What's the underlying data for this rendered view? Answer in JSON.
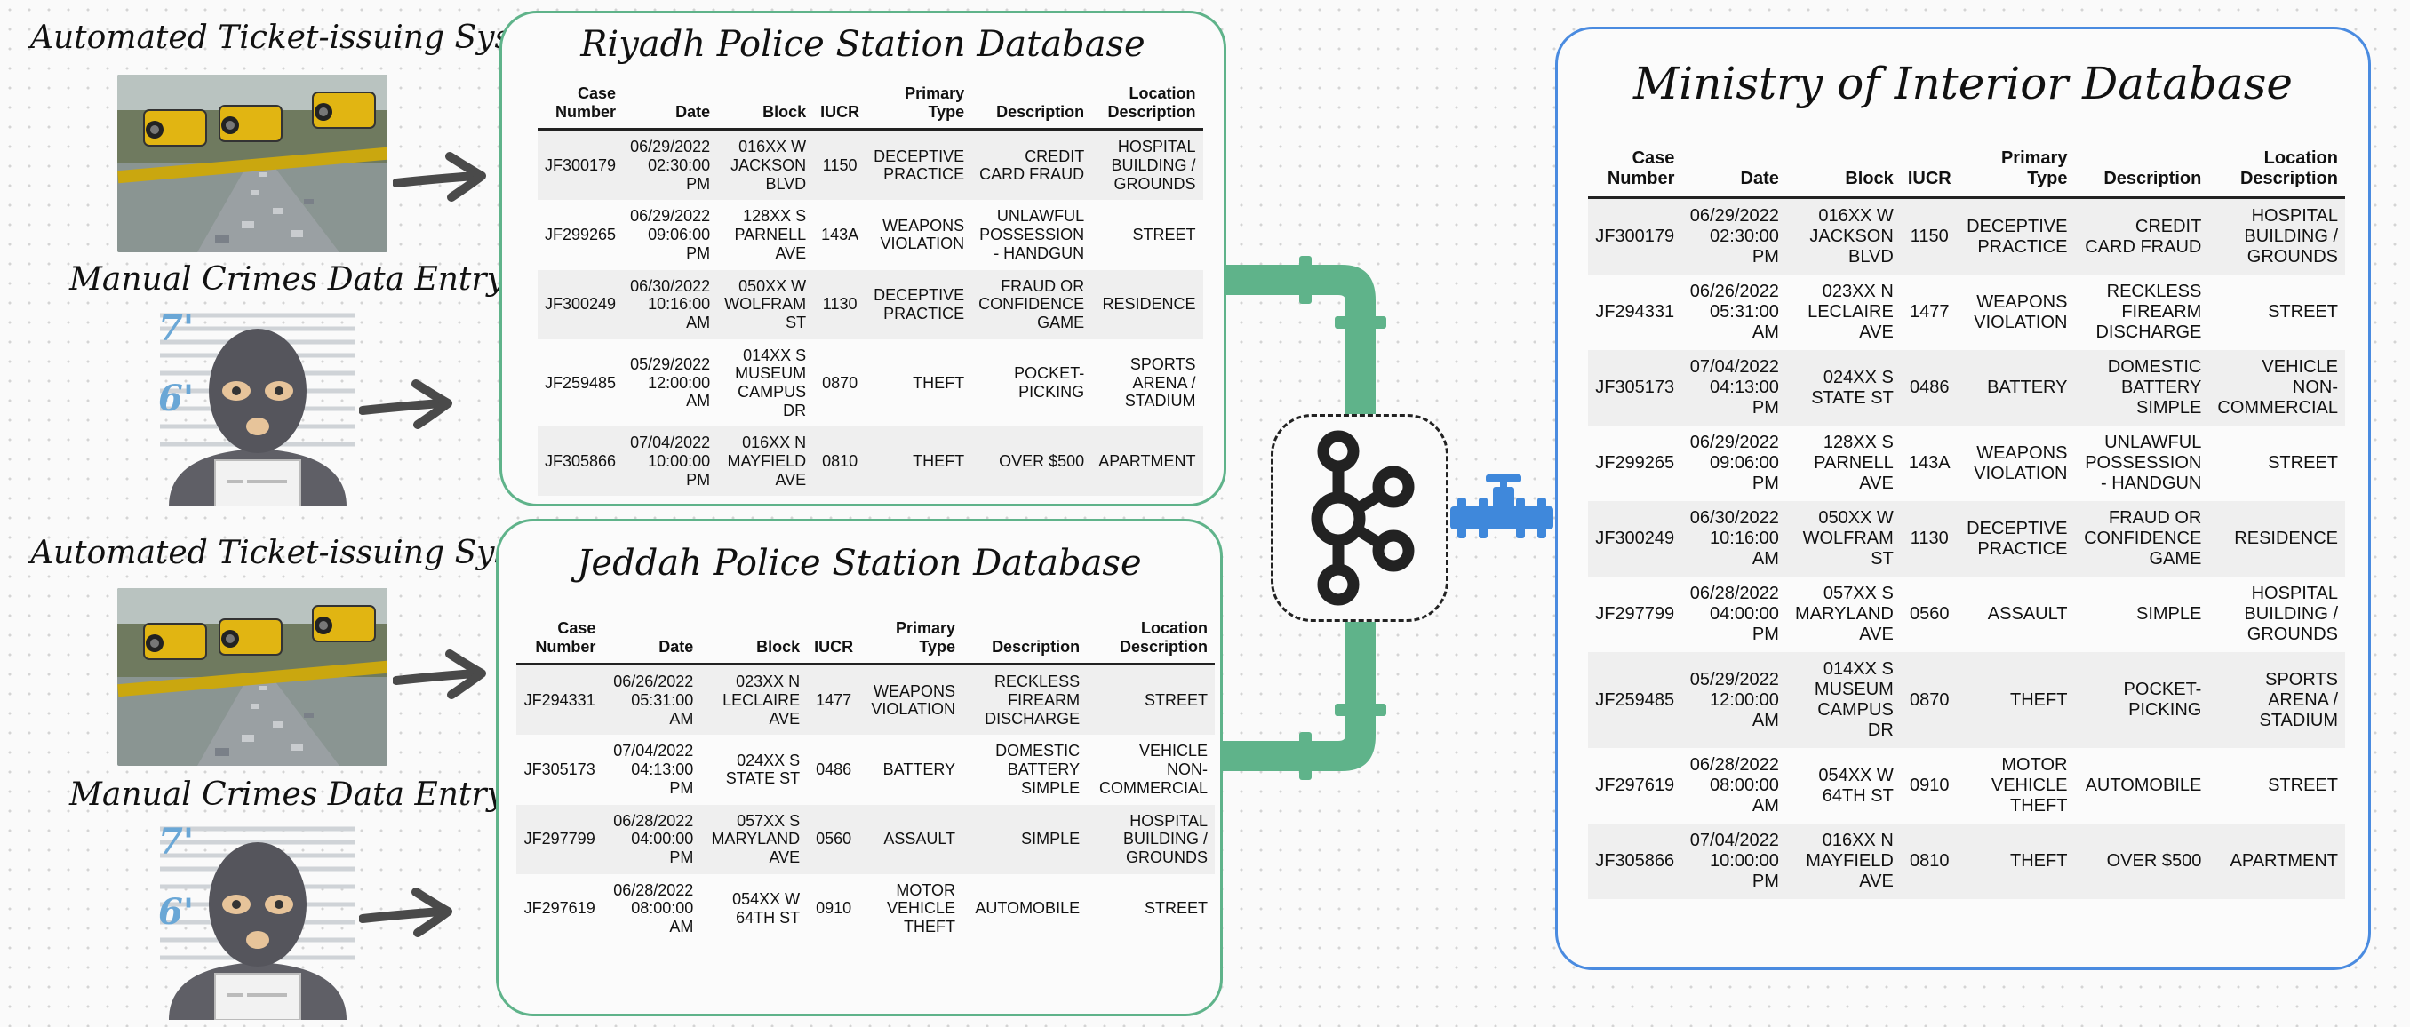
{
  "sources": {
    "automated_label": "Automated Ticket-issuing Systems",
    "manual_label": "Manual Crimes Data Entry",
    "height_marks": [
      "7'",
      "6'"
    ]
  },
  "colors": {
    "pipe": "#5fb38a",
    "valve": "#3f88db",
    "blue_border": "#4a8be0",
    "green_border": "#5fb38a"
  },
  "icons": [
    "kafka-logo-icon",
    "valve-icon",
    "arrow-icon"
  ],
  "columns": [
    "Case Number",
    "Date",
    "Block",
    "IUCR",
    "Primary Type",
    "Description",
    "Location Description"
  ],
  "riyadh": {
    "title": "Riyadh Police Station Database",
    "rows": [
      [
        "JF300179",
        "06/29/2022 02:30:00 PM",
        "016XX W JACKSON BLVD",
        "1150",
        "DECEPTIVE PRACTICE",
        "CREDIT CARD FRAUD",
        "HOSPITAL BUILDING / GROUNDS"
      ],
      [
        "JF299265",
        "06/29/2022 09:06:00 PM",
        "128XX S PARNELL AVE",
        "143A",
        "WEAPONS VIOLATION",
        "UNLAWFUL POSSESSION - HANDGUN",
        "STREET"
      ],
      [
        "JF300249",
        "06/30/2022 10:16:00 AM",
        "050XX W WOLFRAM ST",
        "1130",
        "DECEPTIVE PRACTICE",
        "FRAUD OR CONFIDENCE GAME",
        "RESIDENCE"
      ],
      [
        "JF259485",
        "05/29/2022 12:00:00 AM",
        "014XX S MUSEUM CAMPUS DR",
        "0870",
        "THEFT",
        "POCKET-PICKING",
        "SPORTS ARENA / STADIUM"
      ],
      [
        "JF305866",
        "07/04/2022 10:00:00 PM",
        "016XX N MAYFIELD AVE",
        "0810",
        "THEFT",
        "OVER $500",
        "APARTMENT"
      ]
    ]
  },
  "jeddah": {
    "title": "Jeddah Police Station Database",
    "rows": [
      [
        "JF294331",
        "06/26/2022 05:31:00 AM",
        "023XX N LECLAIRE AVE",
        "1477",
        "WEAPONS VIOLATION",
        "RECKLESS FIREARM DISCHARGE",
        "STREET"
      ],
      [
        "JF305173",
        "07/04/2022 04:13:00 PM",
        "024XX S STATE ST",
        "0486",
        "BATTERY",
        "DOMESTIC BATTERY SIMPLE",
        "VEHICLE NON-COMMERCIAL"
      ],
      [
        "JF297799",
        "06/28/2022 04:00:00 PM",
        "057XX S MARYLAND AVE",
        "0560",
        "ASSAULT",
        "SIMPLE",
        "HOSPITAL BUILDING / GROUNDS"
      ],
      [
        "JF297619",
        "06/28/2022 08:00:00 AM",
        "054XX W 64TH ST",
        "0910",
        "MOTOR VEHICLE THEFT",
        "AUTOMOBILE",
        "STREET"
      ]
    ]
  },
  "ministry": {
    "title": "Ministry of Interior Database",
    "rows": [
      [
        "JF300179",
        "06/29/2022 02:30:00 PM",
        "016XX W JACKSON BLVD",
        "1150",
        "DECEPTIVE PRACTICE",
        "CREDIT CARD FRAUD",
        "HOSPITAL BUILDING / GROUNDS"
      ],
      [
        "JF294331",
        "06/26/2022 05:31:00 AM",
        "023XX N LECLAIRE AVE",
        "1477",
        "WEAPONS VIOLATION",
        "RECKLESS FIREARM DISCHARGE",
        "STREET"
      ],
      [
        "JF305173",
        "07/04/2022 04:13:00 PM",
        "024XX S STATE ST",
        "0486",
        "BATTERY",
        "DOMESTIC BATTERY SIMPLE",
        "VEHICLE NON-COMMERCIAL"
      ],
      [
        "JF299265",
        "06/29/2022 09:06:00 PM",
        "128XX S PARNELL AVE",
        "143A",
        "WEAPONS VIOLATION",
        "UNLAWFUL POSSESSION - HANDGUN",
        "STREET"
      ],
      [
        "JF300249",
        "06/30/2022 10:16:00 AM",
        "050XX W WOLFRAM ST",
        "1130",
        "DECEPTIVE PRACTICE",
        "FRAUD OR CONFIDENCE GAME",
        "RESIDENCE"
      ],
      [
        "JF297799",
        "06/28/2022 04:00:00 PM",
        "057XX S MARYLAND AVE",
        "0560",
        "ASSAULT",
        "SIMPLE",
        "HOSPITAL BUILDING / GROUNDS"
      ],
      [
        "JF259485",
        "05/29/2022 12:00:00 AM",
        "014XX S MUSEUM CAMPUS DR",
        "0870",
        "THEFT",
        "POCKET-PICKING",
        "SPORTS ARENA / STADIUM"
      ],
      [
        "JF297619",
        "06/28/2022 08:00:00 AM",
        "054XX W 64TH ST",
        "0910",
        "MOTOR VEHICLE THEFT",
        "AUTOMOBILE",
        "STREET"
      ],
      [
        "JF305866",
        "07/04/2022 10:00:00 PM",
        "016XX N MAYFIELD AVE",
        "0810",
        "THEFT",
        "OVER $500",
        "APARTMENT"
      ]
    ]
  }
}
